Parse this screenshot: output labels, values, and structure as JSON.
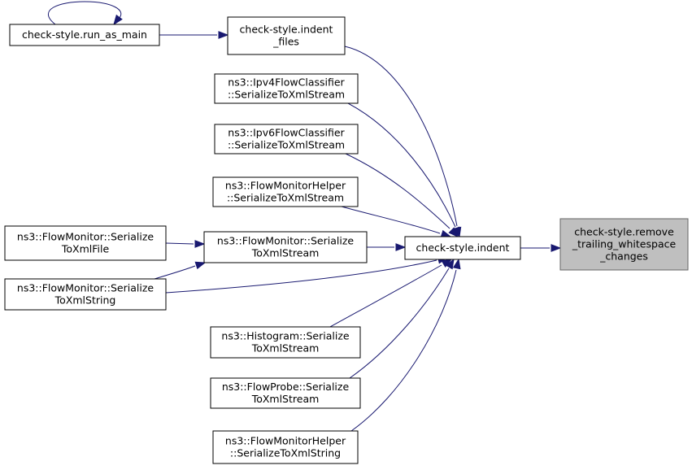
{
  "graph": {
    "nodes": [
      {
        "id": "remove_trailing",
        "lines": [
          "check-style.remove",
          "_trailing_whitespace",
          "_changes"
        ],
        "focus": true
      },
      {
        "id": "indent",
        "lines": [
          "check-style.indent"
        ]
      },
      {
        "id": "indent_files",
        "lines": [
          "check-style.indent",
          "_files"
        ]
      },
      {
        "id": "run_as_main",
        "lines": [
          "check-style.run_as_main"
        ]
      },
      {
        "id": "ipv4",
        "lines": [
          "ns3::Ipv4FlowClassifier",
          "::SerializeToXmlStream"
        ]
      },
      {
        "id": "ipv6",
        "lines": [
          "ns3::Ipv6FlowClassifier",
          "::SerializeToXmlStream"
        ]
      },
      {
        "id": "fmh_stream",
        "lines": [
          "ns3::FlowMonitorHelper",
          "::SerializeToXmlStream"
        ]
      },
      {
        "id": "fm_stream",
        "lines": [
          "ns3::FlowMonitor::Serialize",
          "ToXmlStream"
        ]
      },
      {
        "id": "fm_file",
        "lines": [
          "ns3::FlowMonitor::Serialize",
          "ToXmlFile"
        ]
      },
      {
        "id": "fm_string",
        "lines": [
          "ns3::FlowMonitor::Serialize",
          "ToXmlString"
        ]
      },
      {
        "id": "histogram",
        "lines": [
          "ns3::Histogram::Serialize",
          "ToXmlStream"
        ]
      },
      {
        "id": "flowprobe",
        "lines": [
          "ns3::FlowProbe::Serialize",
          "ToXmlStream"
        ]
      },
      {
        "id": "fmh_string",
        "lines": [
          "ns3::FlowMonitorHelper",
          "::SerializeToXmlString"
        ]
      }
    ],
    "edges": [
      {
        "from": "indent",
        "to": "remove_trailing"
      },
      {
        "from": "indent_files",
        "to": "indent"
      },
      {
        "from": "run_as_main",
        "to": "indent_files"
      },
      {
        "from": "run_as_main",
        "to": "run_as_main"
      },
      {
        "from": "ipv4",
        "to": "indent"
      },
      {
        "from": "ipv6",
        "to": "indent"
      },
      {
        "from": "fmh_stream",
        "to": "indent"
      },
      {
        "from": "fm_stream",
        "to": "indent"
      },
      {
        "from": "fm_file",
        "to": "fm_stream"
      },
      {
        "from": "fm_string",
        "to": "fm_stream"
      },
      {
        "from": "fm_string",
        "to": "indent"
      },
      {
        "from": "histogram",
        "to": "indent"
      },
      {
        "from": "flowprobe",
        "to": "indent"
      },
      {
        "from": "fmh_string",
        "to": "indent"
      }
    ]
  }
}
